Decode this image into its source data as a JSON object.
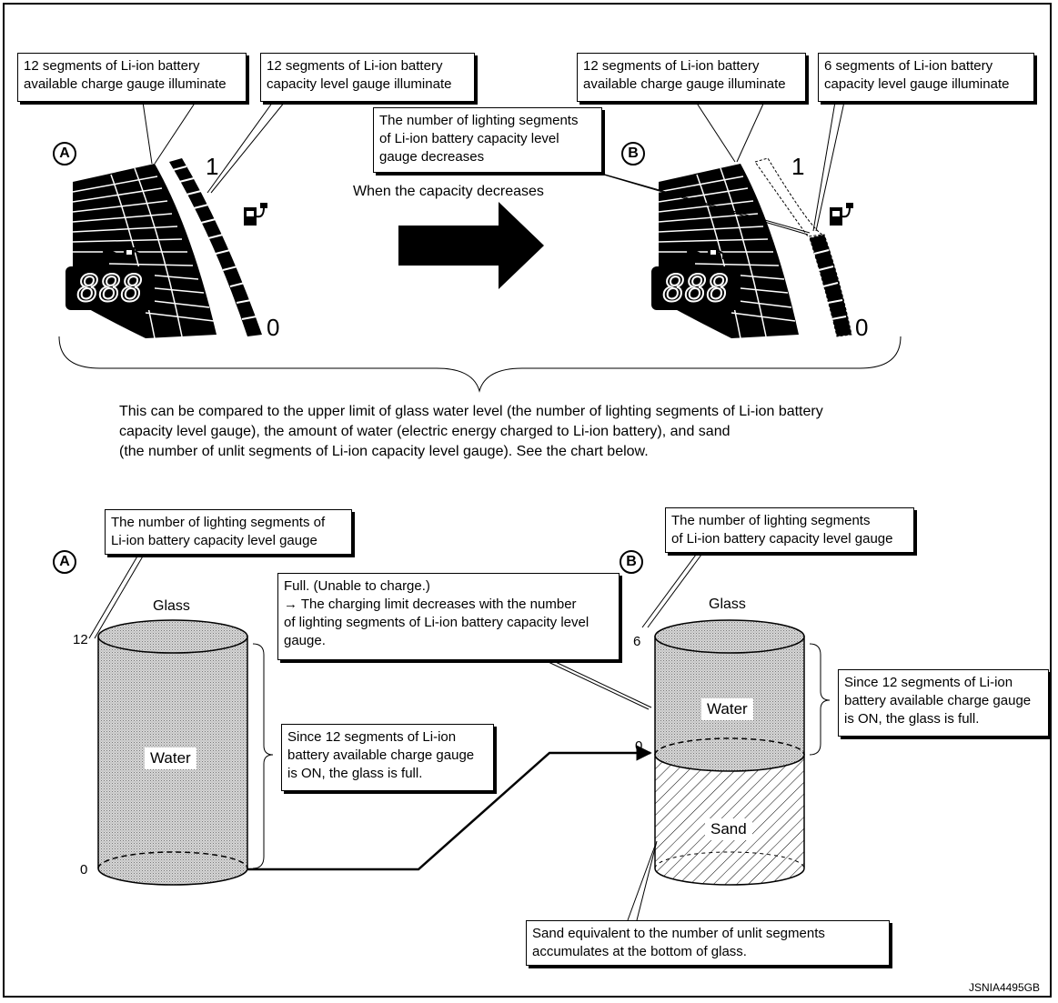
{
  "gauge_a": {
    "marker": "A",
    "charge_callout": "12 segments of Li-ion battery\navailable charge gauge illuminate",
    "capacity_callout": "12 segments of Li-ion battery\ncapacity level gauge illuminate",
    "scale_top": "1",
    "scale_bottom": "0",
    "digits": "888"
  },
  "gauge_b": {
    "marker": "B",
    "charge_callout": "12 segments of Li-ion battery\navailable charge gauge illuminate",
    "capacity_callout": "6 segments of Li-ion battery\ncapacity level gauge illuminate",
    "decrease_callout": "The number of lighting segments\nof Li-ion battery capacity level\ngauge decreases",
    "scale_top": "1",
    "scale_bottom": "0",
    "digits": "888"
  },
  "arrow_label": "When the capacity decreases",
  "explanation": "This can be compared to the upper limit of glass water level (the number of lighting segments of Li-ion battery\ncapacity level gauge), the amount of water (electric energy charged to Li-ion battery), and sand\n(the number of unlit segments of Li-ion capacity level gauge). See the chart below.",
  "glass_a": {
    "marker": "A",
    "callout": "The number of lighting segments of\nLi-ion battery capacity level gauge",
    "title": "Glass",
    "top_value": "12",
    "bottom_value": "0",
    "water_label": "Water",
    "side_note": "Since 12 segments of Li-ion\nbattery available charge gauge\nis ON, the glass is full."
  },
  "glass_b": {
    "marker": "B",
    "callout": "The number of lighting segments\nof Li-ion battery capacity level gauge",
    "full_note": "Full. (Unable to charge.)\n→ The charging limit decreases with the number\nof lighting segments of Li-ion battery capacity level\ngauge.",
    "title": "Glass",
    "top_value": "6",
    "zero_value": "0",
    "water_label": "Water",
    "sand_label": "Sand",
    "side_note": "Since 12 segments of Li-ion\nbattery available charge gauge\nis ON, the glass is full.",
    "sand_note": "Sand equivalent to the number of unlit segments\naccumulates at the bottom of glass."
  },
  "figure_id": "JSNIA4495GB"
}
